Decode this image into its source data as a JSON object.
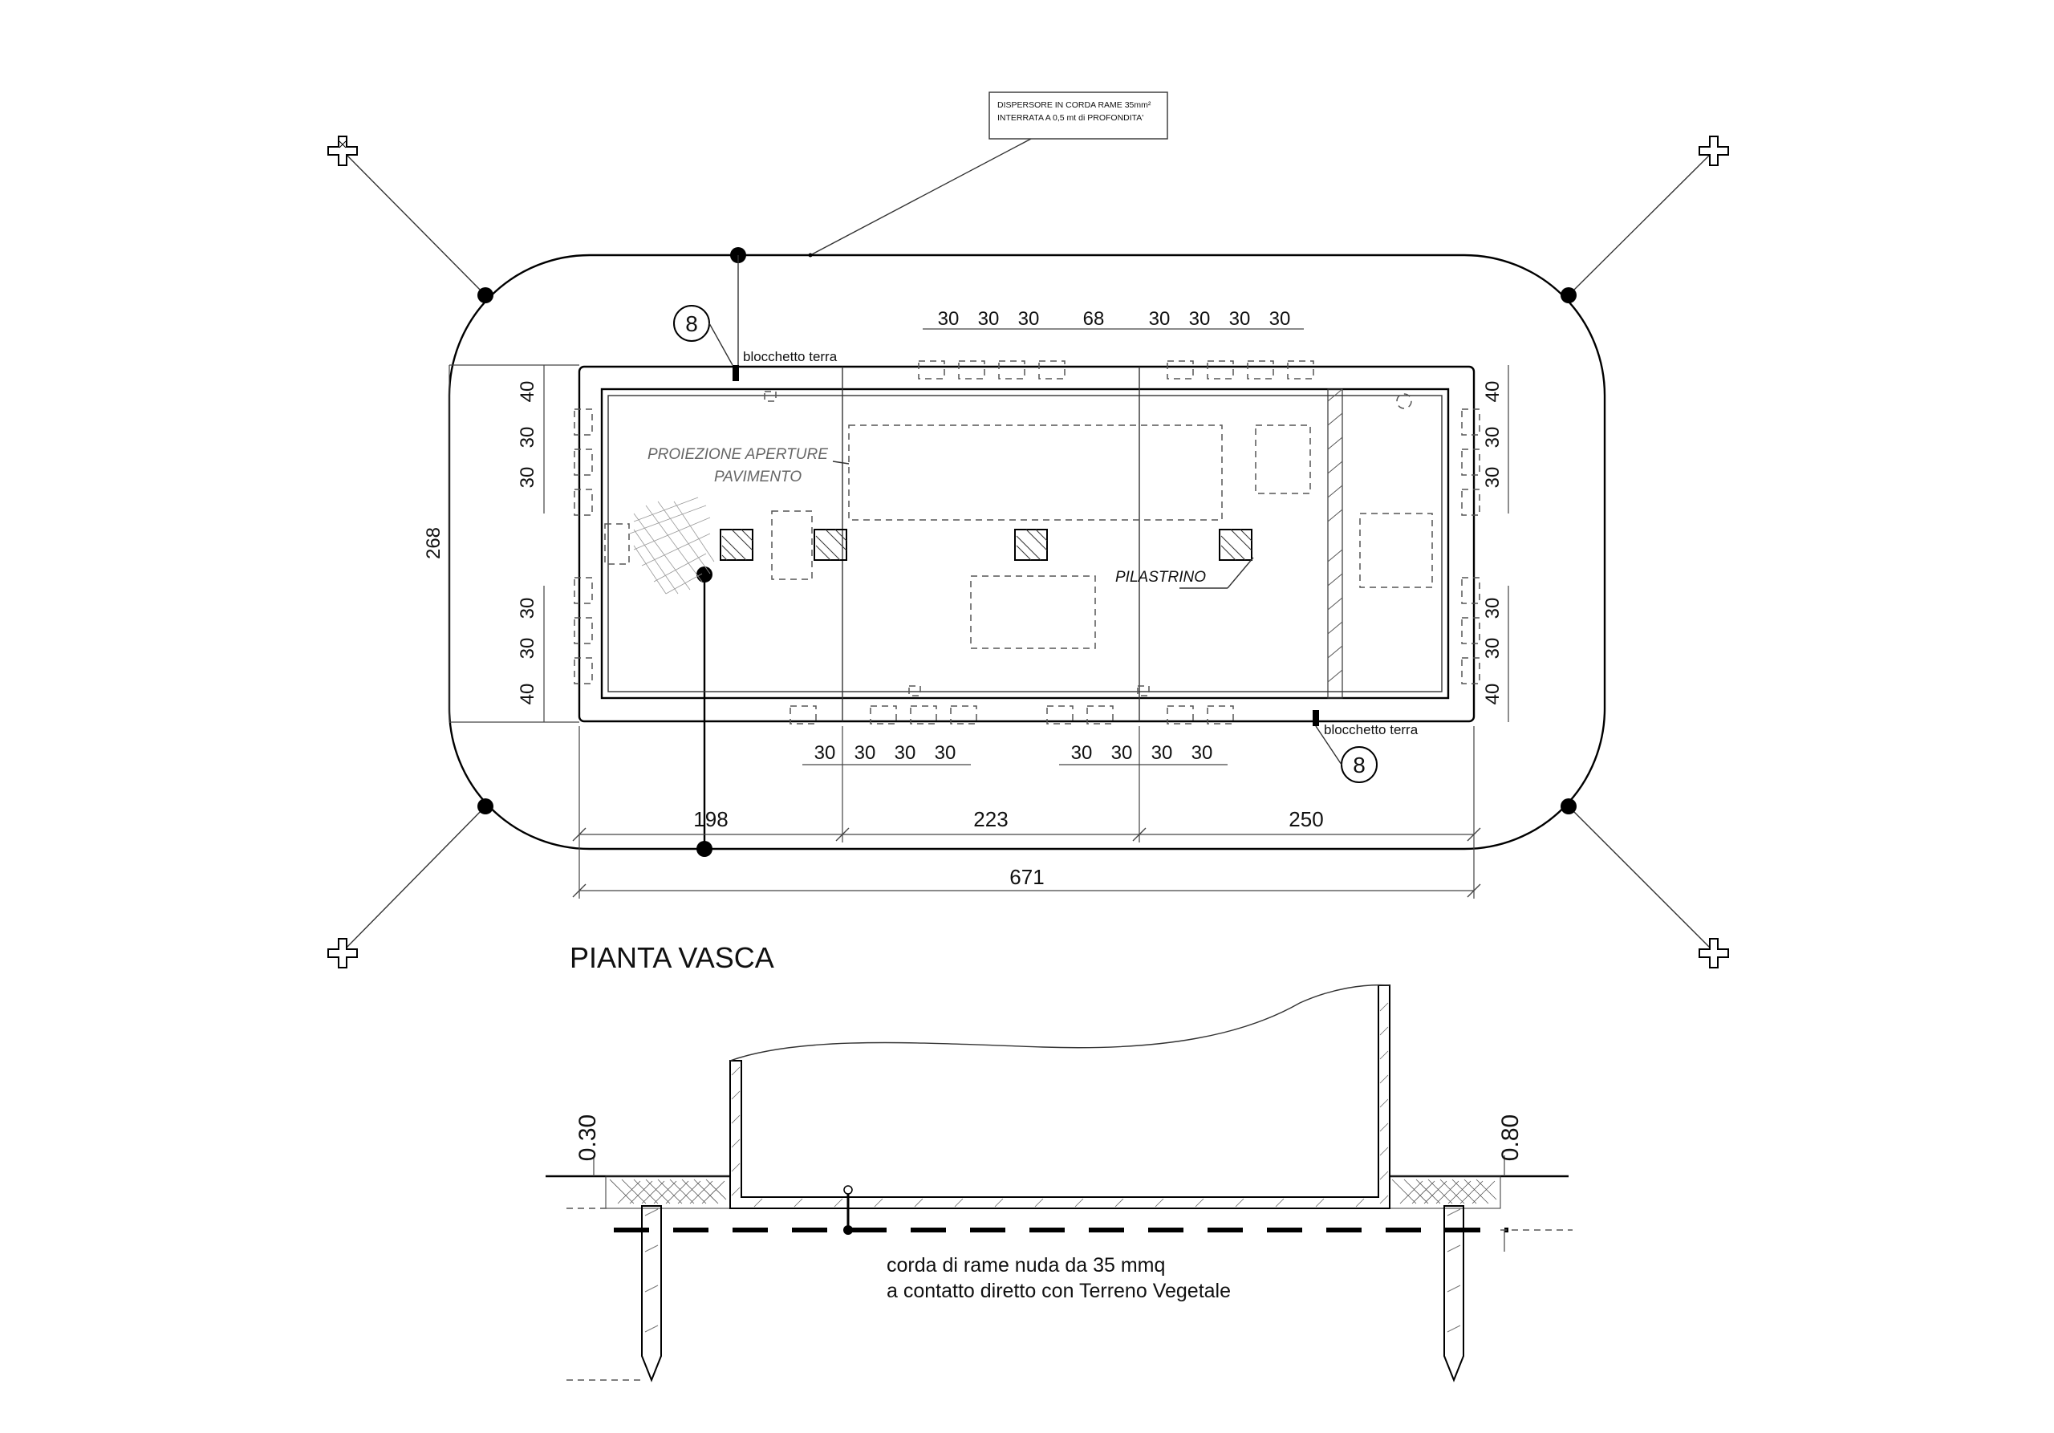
{
  "note_box": {
    "line1": "DISPERSORE IN CORDA RAME 35mm²",
    "line2": "INTERRATA  A 0,5 mt di PROFONDITA'"
  },
  "labels": {
    "blocchetto_top": "blocchetto  terra",
    "blocchetto_bottom": "blocchetto  terra",
    "circle_ref_top": "8",
    "circle_ref_bottom": "8",
    "proiezione_line1": "PROIEZIONE  APERTURE",
    "proiezione_line2": "PAVIMENTO",
    "pilastrino": "PILASTRINO",
    "plan_title": "PIANTA  VASCA",
    "copper_line1": "corda  di  rame  nuda  da  35  mmq",
    "copper_line2": "a  contatto  diretto  con  Terreno  Vegetale"
  },
  "dimensions": {
    "top": [
      "30",
      "30",
      "30",
      "68",
      "30",
      "30",
      "30",
      "30"
    ],
    "bottom_left": [
      "30",
      "30",
      "30",
      "30"
    ],
    "bottom_right": [
      "30",
      "30",
      "30",
      "30"
    ],
    "left_upper": [
      "40",
      "30",
      "30"
    ],
    "left_lower": [
      "30",
      "30",
      "40"
    ],
    "right_upper": [
      "40",
      "30",
      "30"
    ],
    "right_lower": [
      "30",
      "30",
      "40"
    ],
    "height": "268",
    "segments": [
      "198",
      "223",
      "250"
    ],
    "total": "671",
    "section_left": "0.30",
    "section_right": "0.80"
  }
}
